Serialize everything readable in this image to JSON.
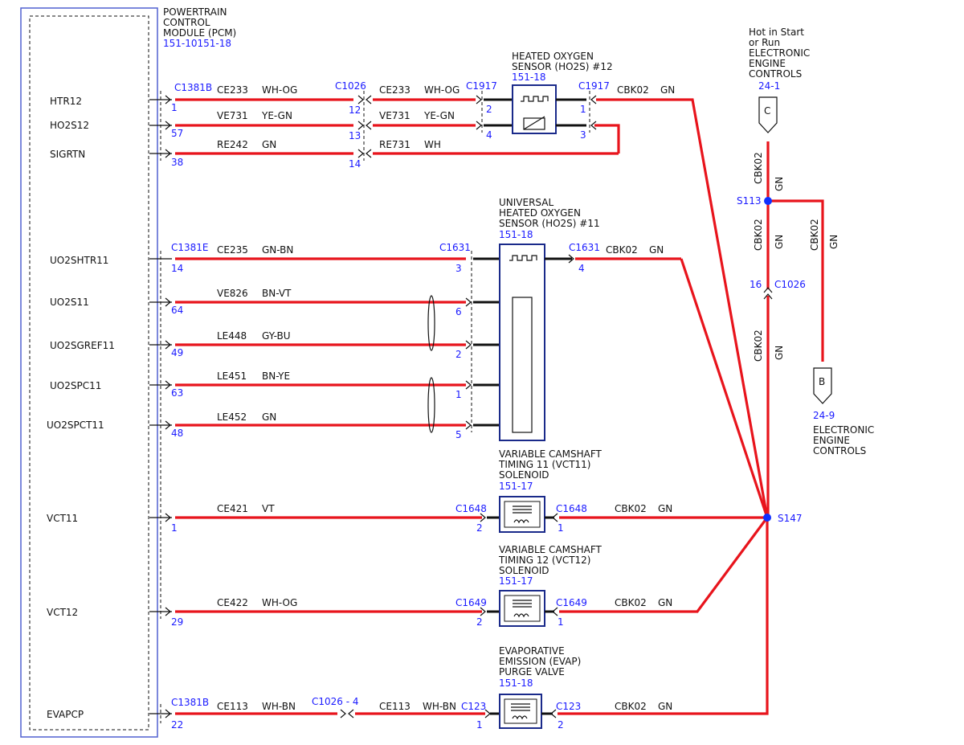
{
  "pcm": {
    "title_lines": [
      "POWERTRAIN",
      "CONTROL",
      "MODULE (PCM)"
    ],
    "ref": "151-10151-18",
    "pins": [
      "HTR12",
      "HO2S12",
      "SIGRTN",
      "UO2SHTR11",
      "UO2S11",
      "UO2SGREF11",
      "UO2SPC11",
      "UO2SPCT11",
      "VCT11",
      "VCT12",
      "EVAPCP"
    ]
  },
  "connectors": {
    "c1381b_top": "C1381B",
    "c1381e": "C1381E",
    "c1381b_bottom": "C1381B",
    "c1026": "C1026",
    "c1917_left": "C1917",
    "c1917_right": "C1917",
    "c1631_left": "C1631",
    "c1631_right": "C1631",
    "c1648_left": "C1648",
    "c1648_right": "C1648",
    "c1649_left": "C1649",
    "c1649_right": "C1649",
    "c1026_4": "C1026 - 4",
    "c123_left": "C123",
    "c123_right": "C123",
    "c1026_vert": "C1026"
  },
  "pcm_pin_numbers": [
    "1",
    "57",
    "38",
    "14",
    "64",
    "49",
    "63",
    "48",
    "1",
    "29",
    "22"
  ],
  "wires": {
    "htr12": {
      "circuit": "CE233",
      "color": "WH-OG",
      "circuit2": "CE233",
      "color2": "WH-OG"
    },
    "ho2s12": {
      "circuit": "VE731",
      "color": "YE-GN",
      "circuit2": "VE731",
      "color2": "YE-GN"
    },
    "sigrtn": {
      "circuit": "RE242",
      "color": "GN",
      "circuit2": "RE731",
      "color2": "WH"
    },
    "uo2shtr": {
      "circuit": "CE235",
      "color": "GN-BN"
    },
    "uo2s": {
      "circuit": "VE826",
      "color": "BN-VT"
    },
    "uo2sgref": {
      "circuit": "LE448",
      "color": "GY-BU"
    },
    "uo2spc": {
      "circuit": "LE451",
      "color": "BN-YE"
    },
    "uo2spct": {
      "circuit": "LE452",
      "color": "GN"
    },
    "vct11": {
      "circuit": "CE421",
      "color": "VT"
    },
    "vct12": {
      "circuit": "CE422",
      "color": "WH-OG"
    },
    "evap": {
      "circuit": "CE113",
      "color": "WH-BN",
      "circuit2": "CE113",
      "color2": "WH-BN"
    },
    "cbk02": "CBK02",
    "gn": "GN"
  },
  "c1026_pins": [
    "12",
    "13",
    "14"
  ],
  "c1917_left_pins": [
    "2",
    "4"
  ],
  "c1917_right_pins": [
    "1",
    "3"
  ],
  "c1631_left_pins": [
    "3",
    "6",
    "2",
    "1",
    "5"
  ],
  "c1631_right_pin": "4",
  "vct11_pins": {
    "left": "2",
    "right": "1"
  },
  "vct12_pins": {
    "left": "2",
    "right": "1"
  },
  "evap_pins": {
    "left": "1",
    "right": "2"
  },
  "c1026_vert_pin": "16",
  "ho2s12": {
    "title_lines": [
      "HEATED OXYGEN",
      "SENSOR (HO2S) #12"
    ],
    "ref": "151-18"
  },
  "ho2s11": {
    "title_lines": [
      "UNIVERSAL",
      "HEATED OXYGEN",
      "SENSOR (HO2S) #11"
    ],
    "ref": "151-18"
  },
  "vct11_sol": {
    "title_lines": [
      "VARIABLE CAMSHAFT",
      "TIMING 11 (VCT11)",
      "SOLENOID"
    ],
    "ref": "151-17"
  },
  "vct12_sol": {
    "title_lines": [
      "VARIABLE CAMSHAFT",
      "TIMING 12 (VCT12)",
      "SOLENOID"
    ],
    "ref": "151-17"
  },
  "evap_valve": {
    "title_lines": [
      "EVAPORATIVE",
      "EMISSION (EVAP)",
      "PURGE VALVE"
    ],
    "ref": "151-18"
  },
  "power_c": {
    "title_lines": [
      "Hot in Start",
      "or Run",
      "ELECTRONIC",
      "ENGINE",
      "CONTROLS"
    ],
    "ref": "24-1",
    "letter": "C"
  },
  "power_b": {
    "ref": "24-9",
    "title_lines": [
      "ELECTRONIC",
      "ENGINE",
      "CONTROLS"
    ],
    "letter": "B"
  },
  "splices": {
    "s113": "S113",
    "s147": "S147"
  },
  "colors": {
    "wire": "#e8141c",
    "label_blue": "#1a1aff",
    "box": "#1a2a8a",
    "splice": "#1030ff"
  }
}
